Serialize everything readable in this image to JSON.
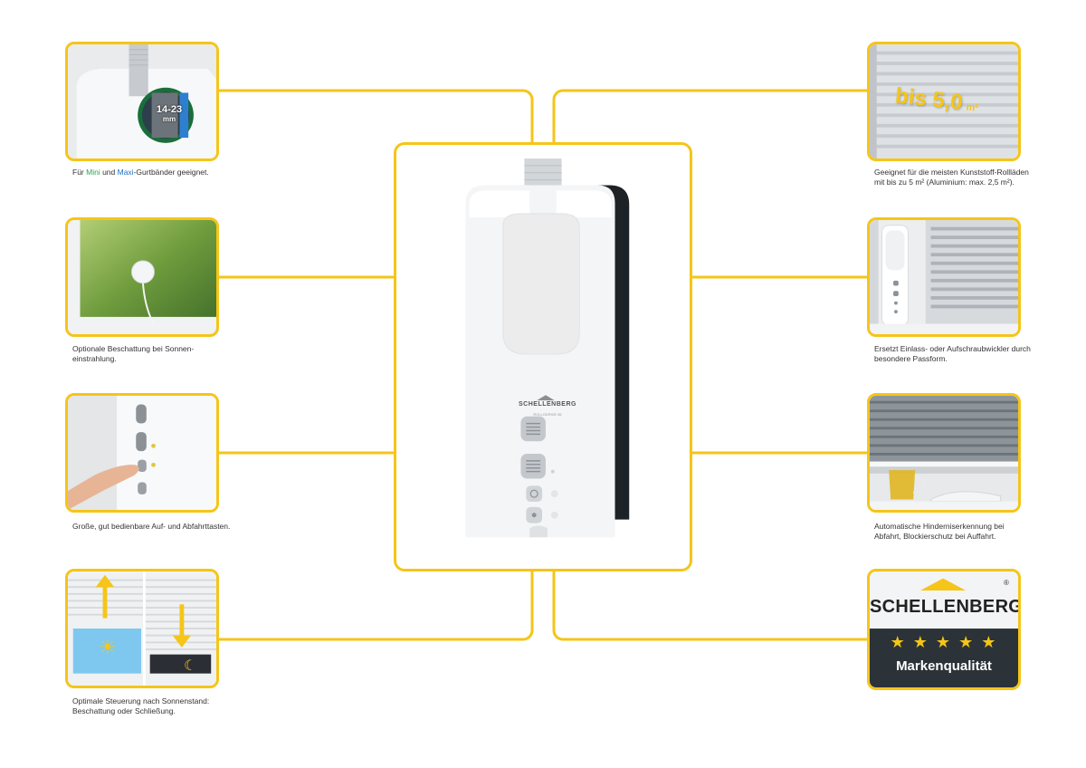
{
  "features": [
    {
      "id": "belt",
      "caption_pre": "Für ",
      "caption_mini": "Mini",
      "caption_mid": " und ",
      "caption_maxi": "Maxi",
      "caption_post": "-Gurtbänder geeignet.",
      "badge_range": "14-23",
      "badge_unit": "mm"
    },
    {
      "id": "sun-sensor",
      "caption": "Optionale Beschattung bei Sonnen­einstrahlung."
    },
    {
      "id": "buttons",
      "caption": "Große, gut bedienbare Auf- und Abfahrttasten."
    },
    {
      "id": "sun-position",
      "caption": "Optimale Steuerung nach Sonnen­stand: Beschattung oder Schließung."
    },
    {
      "id": "area",
      "caption": "Geeignet für die meisten Kunststoff-Rollläden mit bis zu 5 m² (Alumi­nium: max. 2,5 m²).",
      "overlay_text": "bis 5,0",
      "overlay_unit": "m²"
    },
    {
      "id": "fit",
      "caption": "Ersetzt Einlass- oder Aufschraubwick­ler durch besondere Passform."
    },
    {
      "id": "obstacle",
      "caption": "Automatische Hinderniserkennung bei Abfahrt, Blockierschutz bei Auffahrt."
    }
  ],
  "device": {
    "brand": "SCHELLENBERG",
    "model": "ROLLODRIVE 65"
  },
  "badge": {
    "brand": "SCHELLENBERG",
    "registered": "®",
    "stars": "★ ★ ★ ★ ★",
    "label": "Markenqualität"
  },
  "colors": {
    "accent": "#f5c518",
    "badge_dark": "#2b3338",
    "sky": "#7ec8ef"
  }
}
